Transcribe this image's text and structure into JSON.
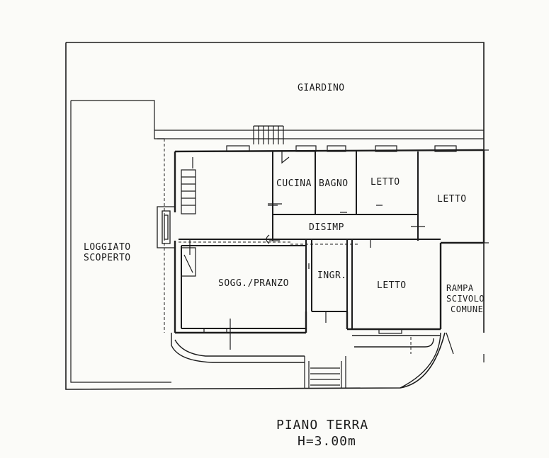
{
  "plan": {
    "areas": {
      "garden": "GIARDINO",
      "loggia_line1": "LOGGIATO",
      "loggia_line2": "SCOPERTO",
      "ramp_line1": "RAMPA",
      "ramp_line2": "SCIVOLO",
      "ramp_line3": "COMUNE"
    },
    "rooms": {
      "kitchen": "CUCINA",
      "bathroom": "BAGNO",
      "bedroom_1": "LETTO",
      "bedroom_2": "LETTO",
      "hallway": "DISIMP",
      "entrance": "INGR.",
      "living_dining": "SOGG./PRANZO",
      "bedroom_3": "LETTO"
    },
    "footer": {
      "title": "PIANO TERRA",
      "height": "H=3.00m"
    }
  }
}
